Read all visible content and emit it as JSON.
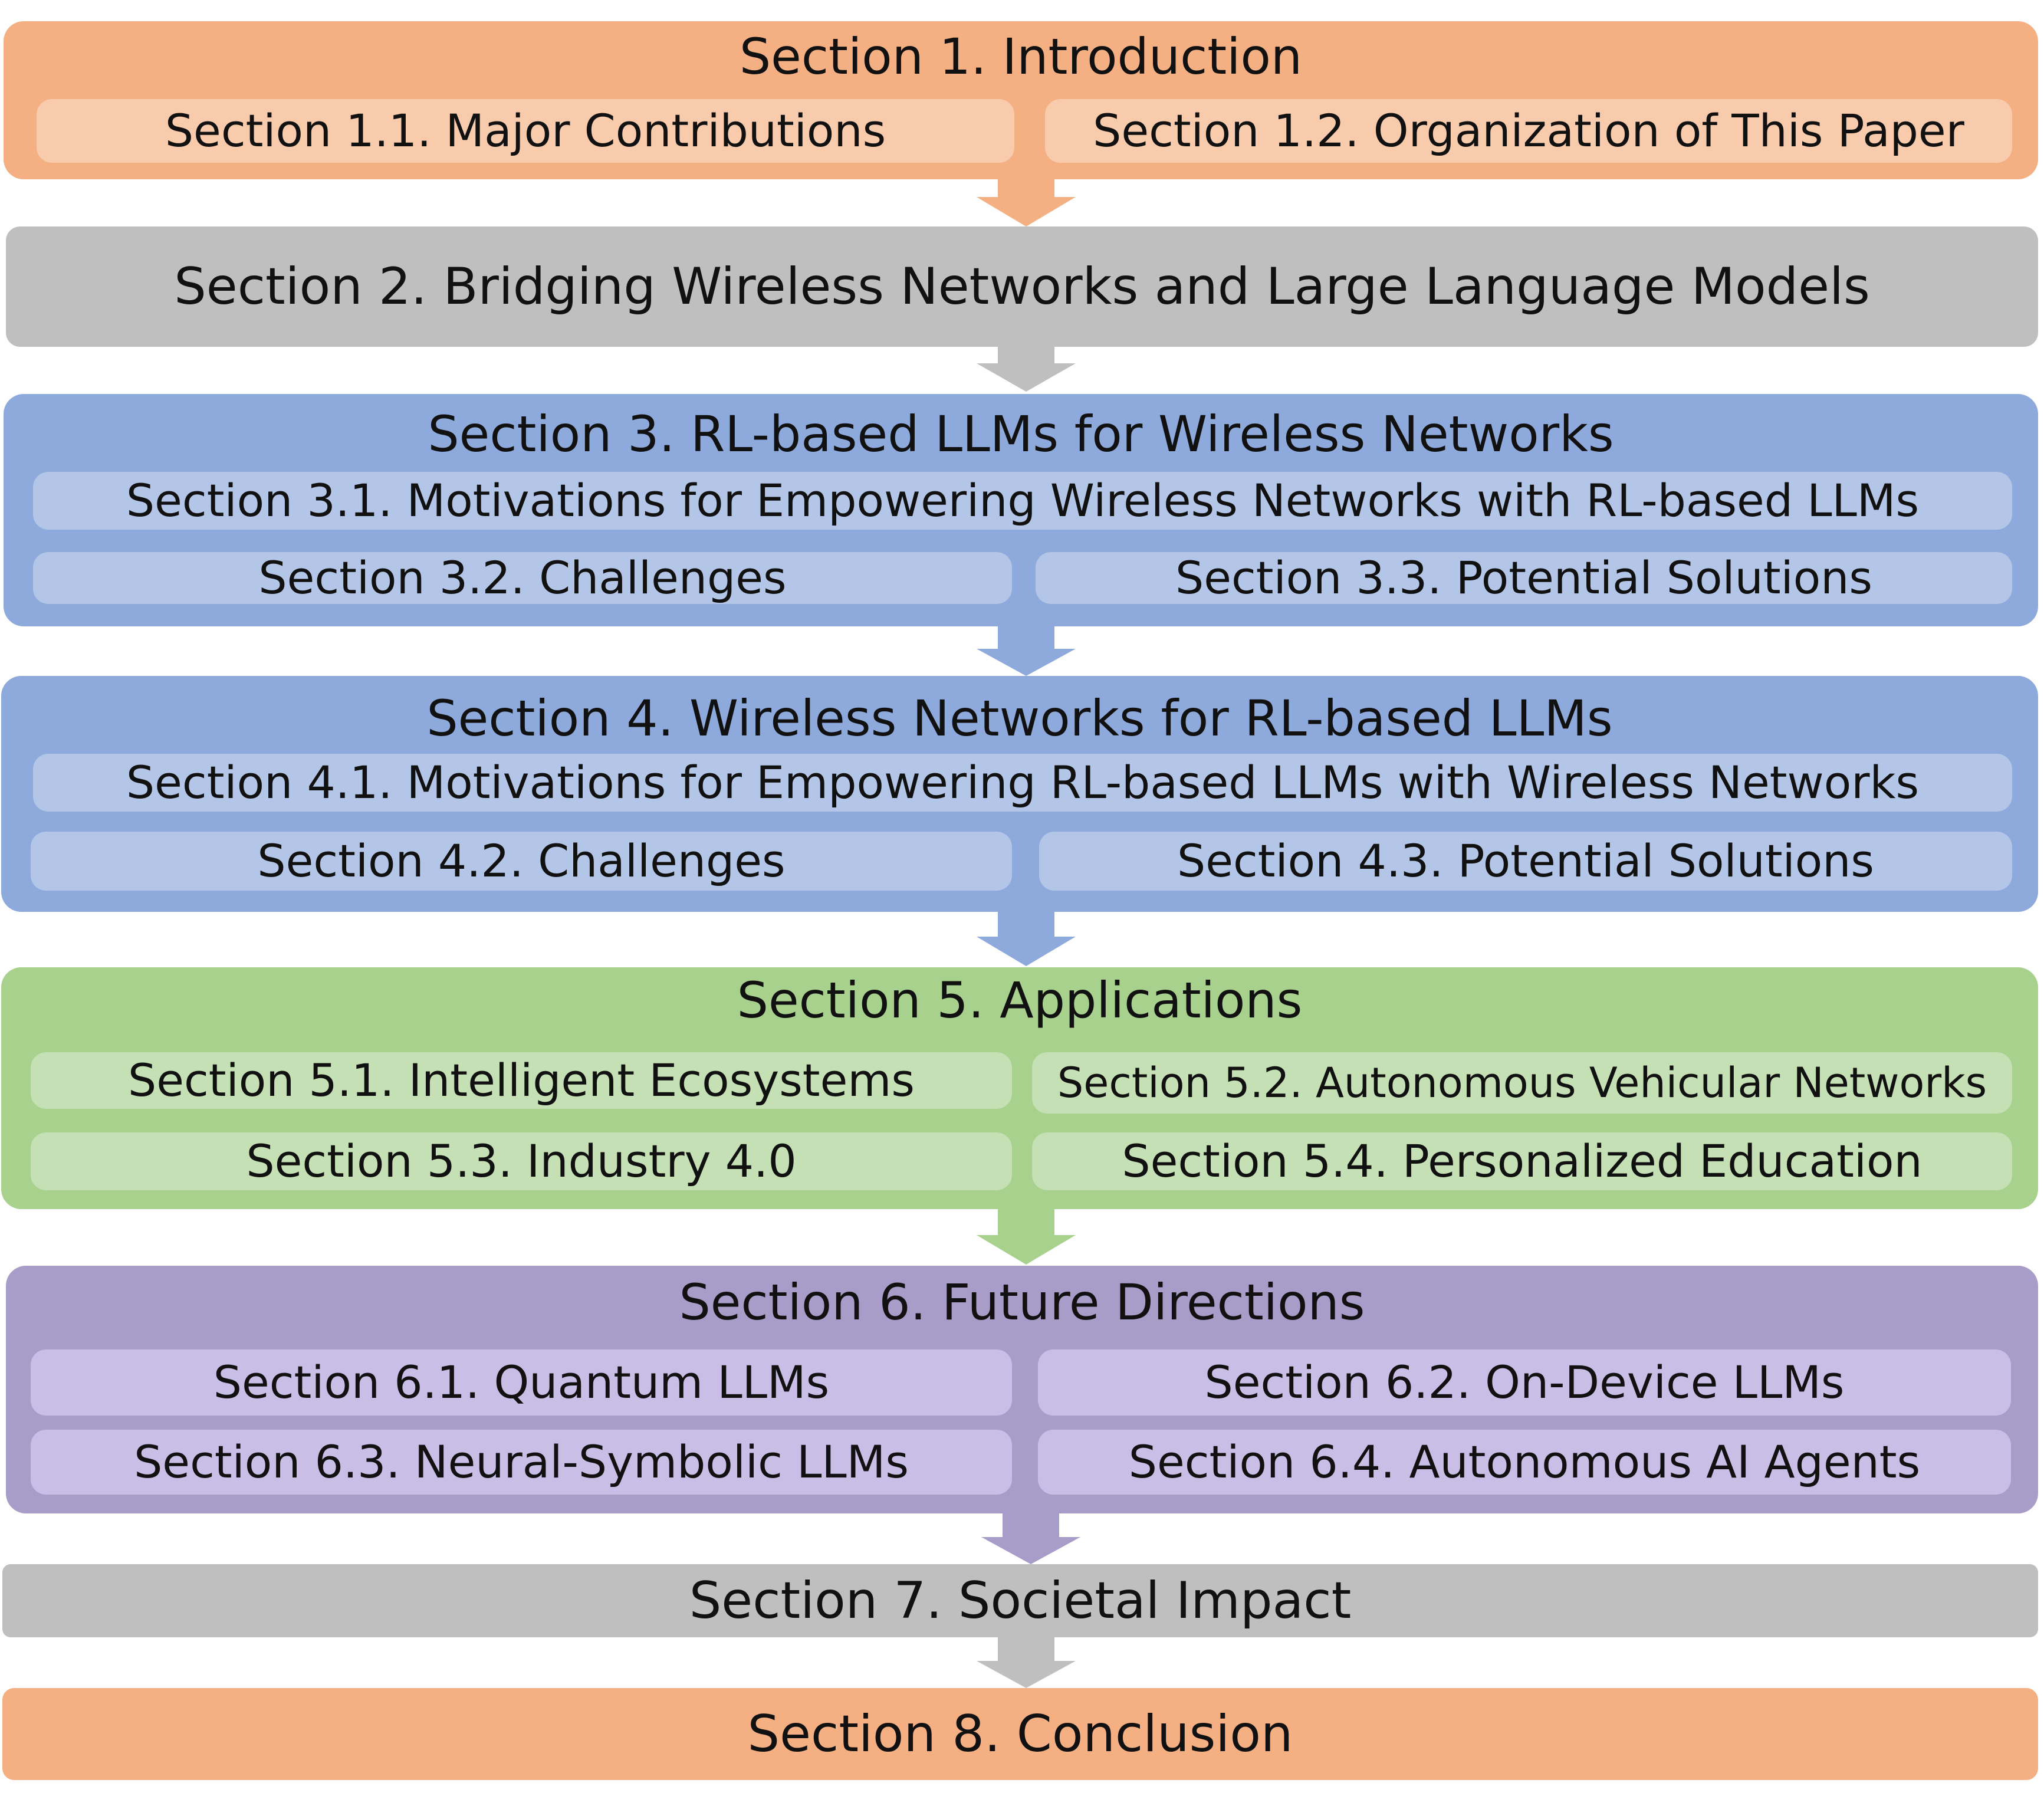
{
  "colors": {
    "orange_main": "#F4B083",
    "orange_sub": "#F8CBAD",
    "gray_main": "#BFBFBF",
    "blue_main": "#8EA9DB",
    "blue_sub": "#B4C6E7",
    "green_main": "#A9D18E",
    "green_sub": "#C5E0B4",
    "purple_main": "#A89CC8",
    "purple_sub": "#C9BEE6"
  },
  "sections": {
    "s1": {
      "title": "Section 1. Introduction",
      "sub1": "Section 1.1.  Major Contributions",
      "sub2": "Section 1.2. Organization of This Paper"
    },
    "s2": {
      "title": "Section 2. Bridging Wireless Networks and Large Language Models"
    },
    "s3": {
      "title": "Section 3. RL-based LLMs for Wireless Networks",
      "sub1": "Section 3.1.  Motivations for Empowering Wireless Networks with RL-based LLMs",
      "sub2": "Section 3.2.  Challenges",
      "sub3": "Section 3.3.  Potential Solutions"
    },
    "s4": {
      "title": "Section 4. Wireless Networks for RL-based LLMs",
      "sub1": "Section 4.1.  Motivations for Empowering RL-based LLMs with Wireless Networks",
      "sub2": "Section 4.2.  Challenges",
      "sub3": "Section 4.3.  Potential Solutions"
    },
    "s5": {
      "title": "Section 5. Applications",
      "sub1": "Section 5.1.  Intelligent Ecosystems",
      "sub2": "Section 5.2.  Autonomous Vehicular Networks",
      "sub3": "Section 5.3. Industry 4.0",
      "sub4": "Section 5.4.  Personalized Education"
    },
    "s6": {
      "title": "Section 6. Future Directions",
      "sub1": "Section 6.1.  Quantum LLMs",
      "sub2": "Section 6.2. On-Device LLMs",
      "sub3": "Section 6.3. Neural-Symbolic LLMs",
      "sub4": "Section 6.4.  Autonomous AI Agents"
    },
    "s7": {
      "title": "Section 7. Societal Impact"
    },
    "s8": {
      "title": "Section 8. Conclusion"
    }
  }
}
